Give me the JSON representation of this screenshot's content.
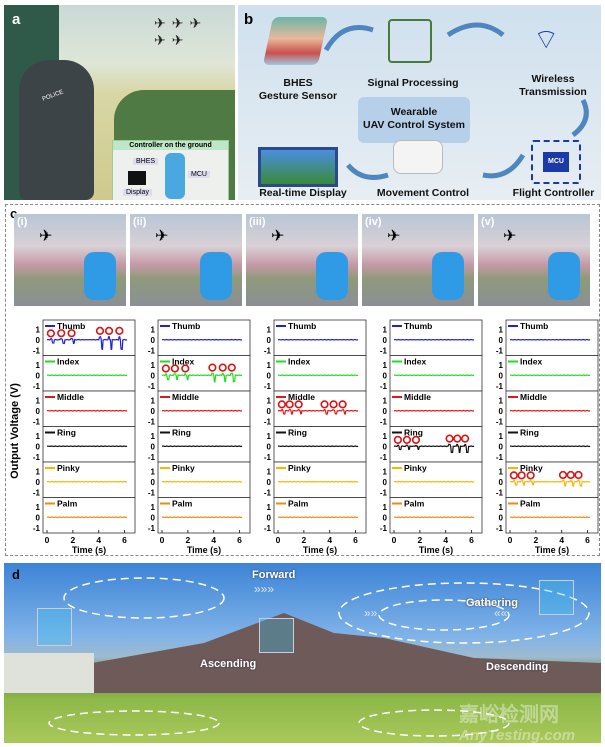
{
  "panel_a": {
    "label": "a",
    "inset_title": "Controller on the ground",
    "tags": [
      "BHES",
      "MCU",
      "Display"
    ],
    "vest_text": "POLICE"
  },
  "panel_b": {
    "label": "b",
    "center": [
      "Wearable",
      "UAV Control System"
    ],
    "steps": [
      "BHES",
      "Gesture Sensor",
      "Signal Processing",
      "Wireless",
      "Transmission",
      "Flight Controller",
      "Movement Control",
      "Real-time Display"
    ],
    "mcu": "MCU"
  },
  "panel_c": {
    "label": "c",
    "ylabel": "Output Voltage (V)",
    "xlabel": "Time (s)",
    "xticks": [
      "0",
      "2",
      "4",
      "6"
    ],
    "yticks": [
      "1",
      "0",
      "-1"
    ],
    "columns": [
      "(i)",
      "(ii)",
      "(iii)",
      "(iv)",
      "(v)"
    ]
  },
  "chart_data": {
    "type": "line",
    "xlabel": "Time (s)",
    "ylabel": "Output Voltage (V)",
    "xlim": [
      0,
      6.5
    ],
    "ylim": [
      -1.5,
      1.5
    ],
    "channels": [
      "Thumb",
      "Index",
      "Middle",
      "Ring",
      "Pinky",
      "Palm"
    ],
    "channel_colors": [
      "#1a22e0",
      "#22dd22",
      "#e01818",
      "#111111",
      "#f5b800",
      "#f08a10"
    ],
    "gestures": [
      {
        "column": "(i)",
        "active_channel": "Thumb",
        "peak_times": [
          0.3,
          1.1,
          1.9,
          4.1,
          4.8,
          5.6
        ],
        "peak_amplitudes": [
          0.3,
          0.35,
          0.35,
          0.9,
          0.9,
          0.9
        ]
      },
      {
        "column": "(ii)",
        "active_channel": "Index",
        "peak_times": [
          0.3,
          1.0,
          1.8,
          3.9,
          4.7,
          5.4
        ],
        "peak_amplitudes": [
          0.4,
          0.4,
          0.4,
          0.6,
          0.6,
          0.6
        ]
      },
      {
        "column": "(iii)",
        "active_channel": "Middle",
        "peak_times": [
          0.3,
          0.9,
          1.6,
          3.6,
          4.3,
          5.0
        ],
        "peak_amplitudes": [
          0.3,
          0.3,
          0.3,
          0.3,
          0.3,
          0.3
        ]
      },
      {
        "column": "(iv)",
        "active_channel": "Ring",
        "peak_times": [
          0.3,
          1.0,
          1.7,
          4.3,
          4.9,
          5.5
        ],
        "peak_amplitudes": [
          0.3,
          0.3,
          0.3,
          0.6,
          0.6,
          0.6
        ]
      },
      {
        "column": "(v)",
        "active_channel": "Pinky",
        "peak_times": [
          0.3,
          0.9,
          1.6,
          4.1,
          4.7,
          5.3
        ],
        "peak_amplitudes": [
          0.3,
          0.3,
          0.3,
          0.4,
          0.4,
          0.4
        ]
      }
    ]
  },
  "panel_d": {
    "label": "d",
    "labels": [
      "Forward",
      "Gathering",
      "Ascending",
      "Descending"
    ],
    "watermark": [
      "嘉峪检测网",
      "AnyTesting.com"
    ]
  }
}
